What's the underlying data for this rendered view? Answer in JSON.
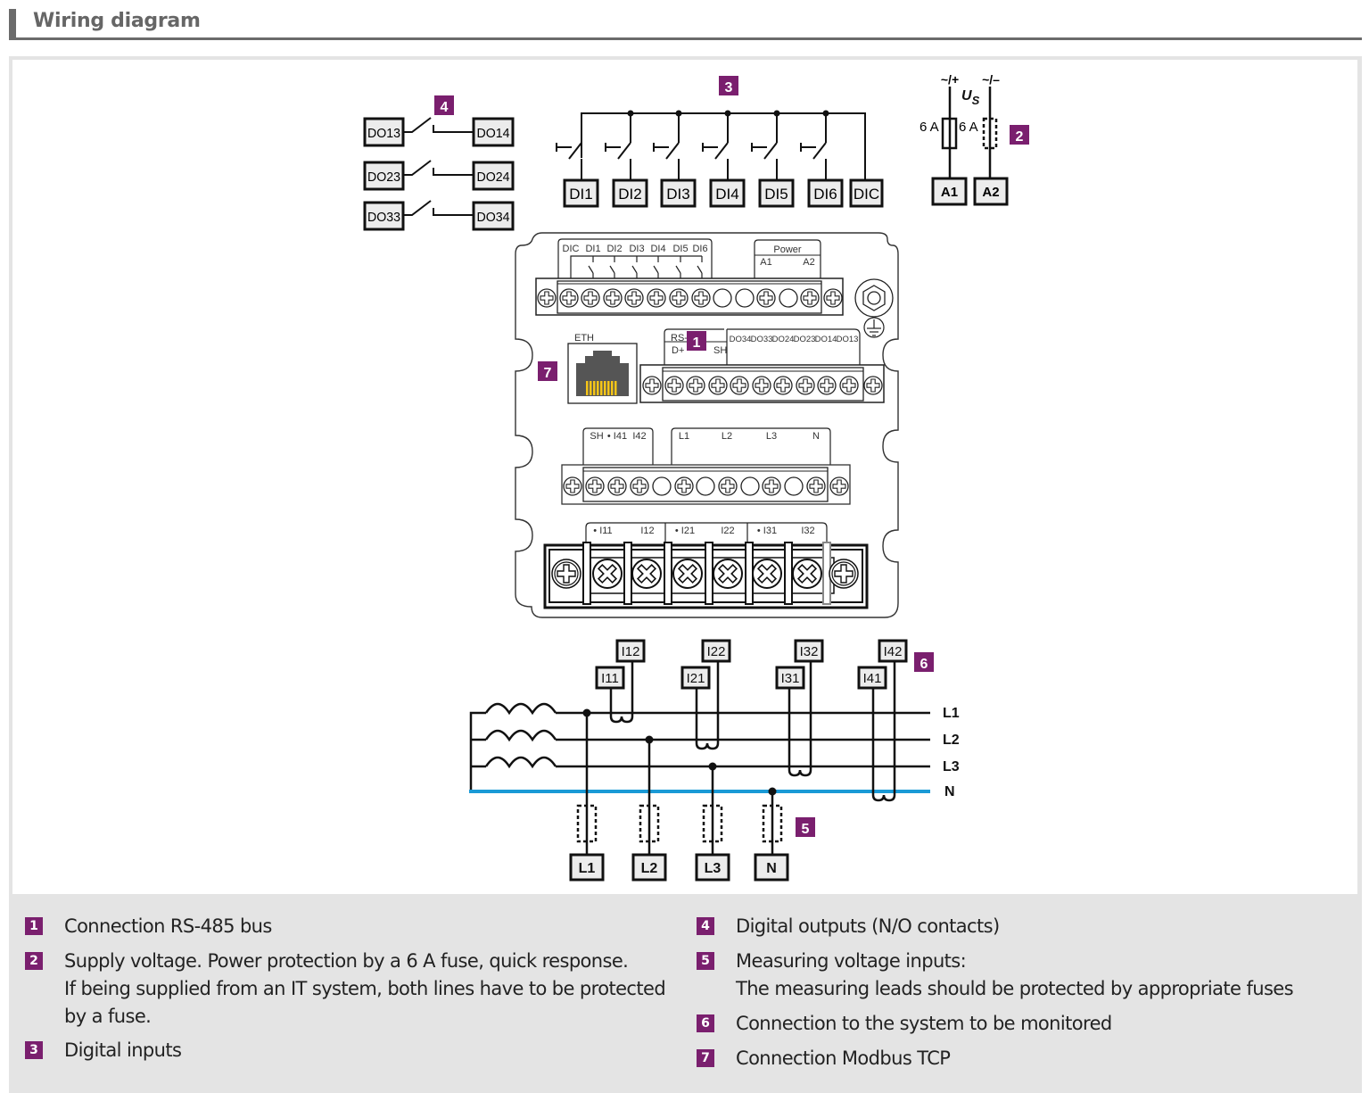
{
  "header": {
    "title": "Wiring diagram"
  },
  "colors": {
    "badge": "#7a1f6e",
    "neutral_line": "#1a9ad6",
    "header_gray": "#6b6b6b",
    "legend_bg": "#e4e4e4",
    "rj45_pins": "#f5c518"
  },
  "callouts": {
    "c1": "1",
    "c2": "2",
    "c3": "3",
    "c4": "4",
    "c5": "5",
    "c6": "6",
    "c7": "7"
  },
  "digital_outputs": {
    "rows": [
      {
        "left": "DO13",
        "right": "DO14"
      },
      {
        "left": "DO23",
        "right": "DO24"
      },
      {
        "left": "DO33",
        "right": "DO34"
      }
    ]
  },
  "digital_inputs": {
    "terminals": [
      "DI1",
      "DI2",
      "DI3",
      "DI4",
      "DI5",
      "DI6",
      "DIC"
    ]
  },
  "supply": {
    "plus_label": "~/+",
    "minus_label": "~/–",
    "us_label": "U",
    "us_sub": "S",
    "fuse1": "6 A",
    "fuse2": "6 A",
    "terminals": [
      "A1",
      "A2"
    ]
  },
  "device": {
    "top_labels": [
      "DIC",
      "DI1",
      "DI2",
      "DI3",
      "DI4",
      "DI5",
      "DI6"
    ],
    "power_label": "Power",
    "power_terms": [
      "A1",
      "A2"
    ],
    "eth_label": "ETH",
    "rs_label": "RS-",
    "rs_terms": [
      "D+",
      "SH"
    ],
    "do_labels": [
      "DO34",
      "DO33",
      "DO24",
      "DO23",
      "DO14",
      "DO13"
    ],
    "mid_left_labels": [
      "SH",
      "• I41",
      "I42"
    ],
    "mid_right_labels": [
      "L1",
      "L2",
      "L3",
      "N"
    ],
    "bottom_labels": [
      "• I11",
      "I12",
      "• I21",
      "I22",
      "• I31",
      "I32"
    ]
  },
  "ct": {
    "upper": [
      "I12",
      "I22",
      "I32",
      "I42"
    ],
    "lower": [
      "I11",
      "I21",
      "I31",
      "I41"
    ]
  },
  "lines": [
    "L1",
    "L2",
    "L3",
    "N"
  ],
  "voltage_terminals": [
    "L1",
    "L2",
    "L3",
    "N"
  ],
  "legend": {
    "left": [
      {
        "num": "1",
        "text": [
          "Connection RS-485 bus"
        ]
      },
      {
        "num": "2",
        "text": [
          "Supply voltage. Power protection by a 6 A fuse, quick response.",
          "If being supplied from an IT system, both lines have to be protected",
          "by a fuse."
        ]
      },
      {
        "num": "3",
        "text": [
          "Digital inputs"
        ]
      }
    ],
    "right": [
      {
        "num": "4",
        "text": [
          "Digital outputs (N/O contacts)"
        ]
      },
      {
        "num": "5",
        "text": [
          "Measuring voltage inputs:",
          "The measuring leads should be protected by appropriate fuses"
        ]
      },
      {
        "num": "6",
        "text": [
          "Connection to the system to be monitored"
        ]
      },
      {
        "num": "7",
        "text": [
          "Connection Modbus TCP"
        ]
      }
    ]
  }
}
